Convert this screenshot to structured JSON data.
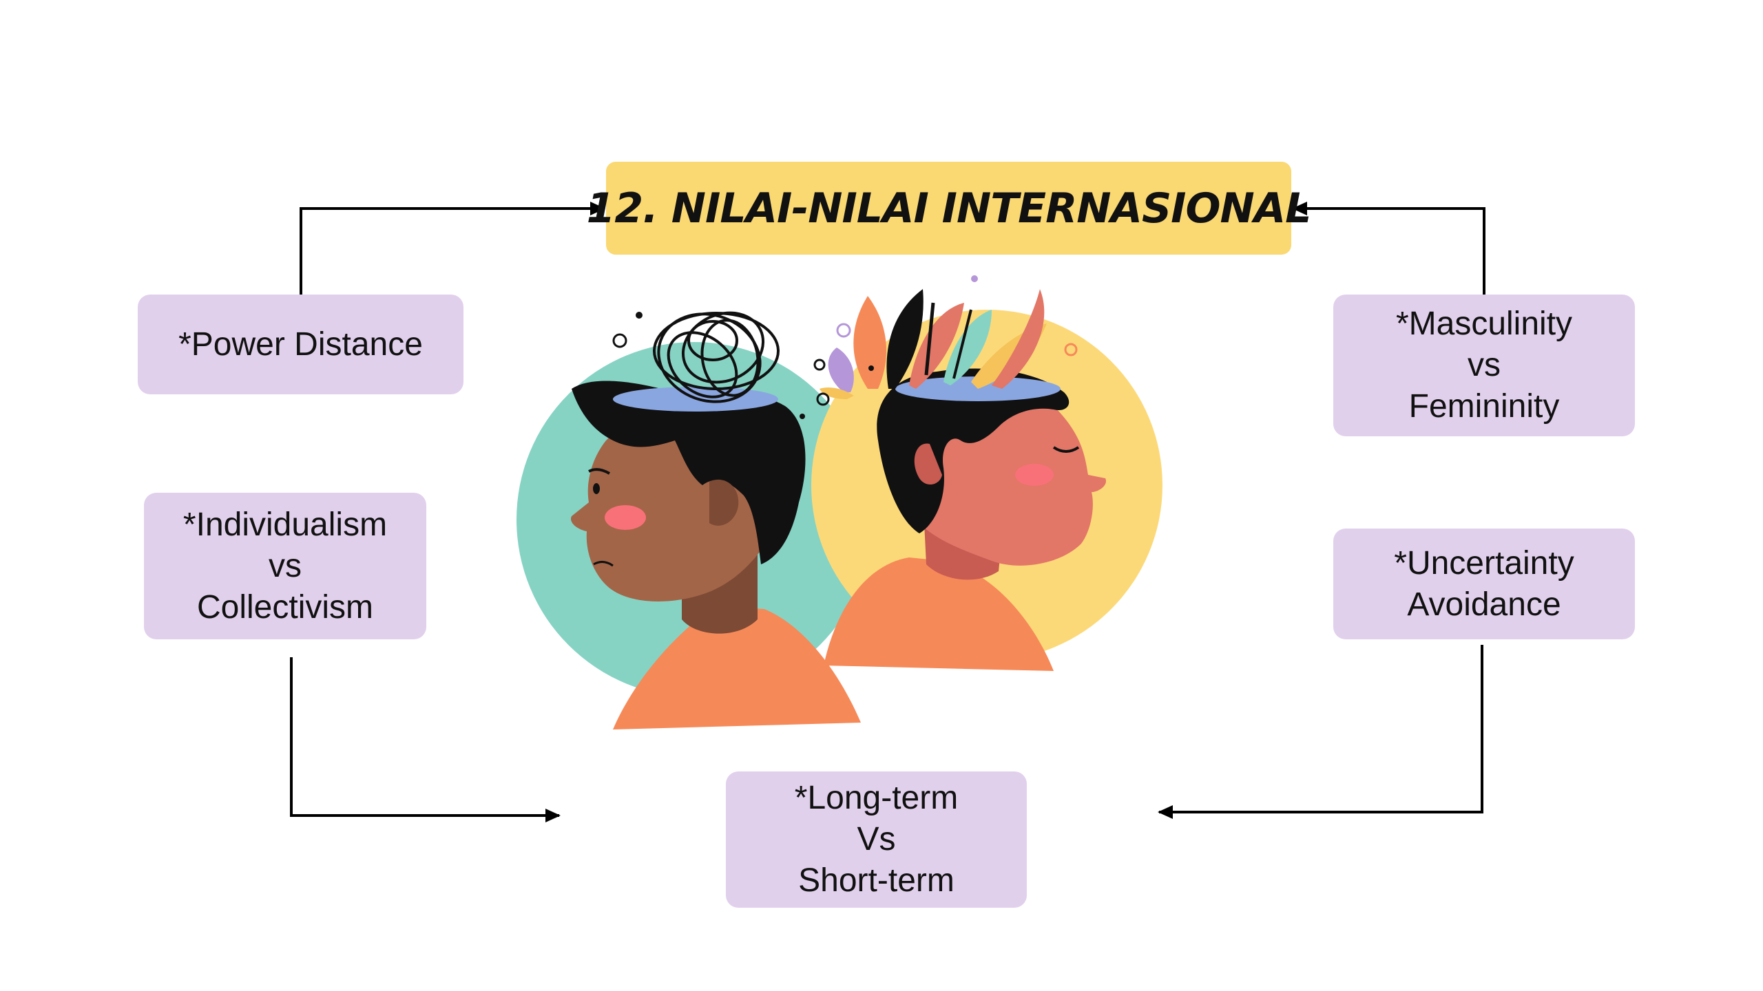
{
  "colors": {
    "title_bg": "#fad872",
    "node_bg": "#e1d0ec",
    "connector": "#000000",
    "teal_circle": "#86d3c4",
    "yellow_circle": "#fcd978",
    "shirt": "#f68958",
    "skin_dark": "#a36548",
    "skin_light": "#e27667",
    "hair": "#111111",
    "blush": "#f87178"
  },
  "title": "12. NILAI-NILAI INTERNASIONAL",
  "nodes": {
    "power_distance": {
      "lines": [
        "*Power Distance"
      ]
    },
    "individualism": {
      "lines": [
        "*Individualism",
        "vs",
        "Collectivism"
      ]
    },
    "masculinity": {
      "lines": [
        "*Masculinity",
        "vs",
        "Femininity"
      ]
    },
    "uncertainty": {
      "lines": [
        "*Uncertainty",
        "Avoidance"
      ]
    },
    "long_term": {
      "lines": [
        "*Long-term",
        "Vs",
        "Short-term"
      ]
    }
  },
  "illustration": {
    "icon": "two-heads-illustration",
    "left_head_icon": "tangled-thoughts-icon",
    "right_head_icon": "blooming-leaves-icon"
  }
}
